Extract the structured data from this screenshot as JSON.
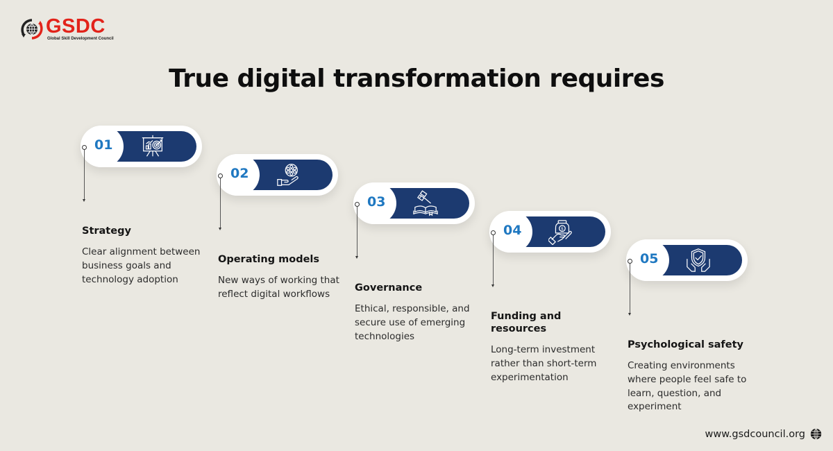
{
  "logo": {
    "brand": "GSDC",
    "tagline": "Global Skill Development Council",
    "brand_color": "#e2231a"
  },
  "title": "True digital transformation requires",
  "colors": {
    "background": "#eae8e1",
    "pill_navy": "#1c3a70",
    "number_blue": "#1f78c1"
  },
  "steps": [
    {
      "number": "01",
      "icon": "presentation-target-icon",
      "heading": "Strategy",
      "description": "Clear alignment between business goals and technology adoption"
    },
    {
      "number": "02",
      "icon": "hand-gear-icon",
      "heading": "Operating models",
      "description": "New ways of working that reflect digital workflows"
    },
    {
      "number": "03",
      "icon": "gavel-book-icon",
      "heading": "Governance",
      "description": "Ethical, responsible, and secure use of emerging technologies"
    },
    {
      "number": "04",
      "icon": "hand-money-jar-icon",
      "heading": "Funding and resources",
      "description": "Long-term investment rather than short-term experimentation"
    },
    {
      "number": "05",
      "icon": "hands-shield-check-icon",
      "heading": "Psychological safety",
      "description": "Creating environments where people feel safe to learn, question, and experiment"
    }
  ],
  "footer": {
    "website": "www.gsdcouncil.org",
    "icon": "globe-icon"
  }
}
